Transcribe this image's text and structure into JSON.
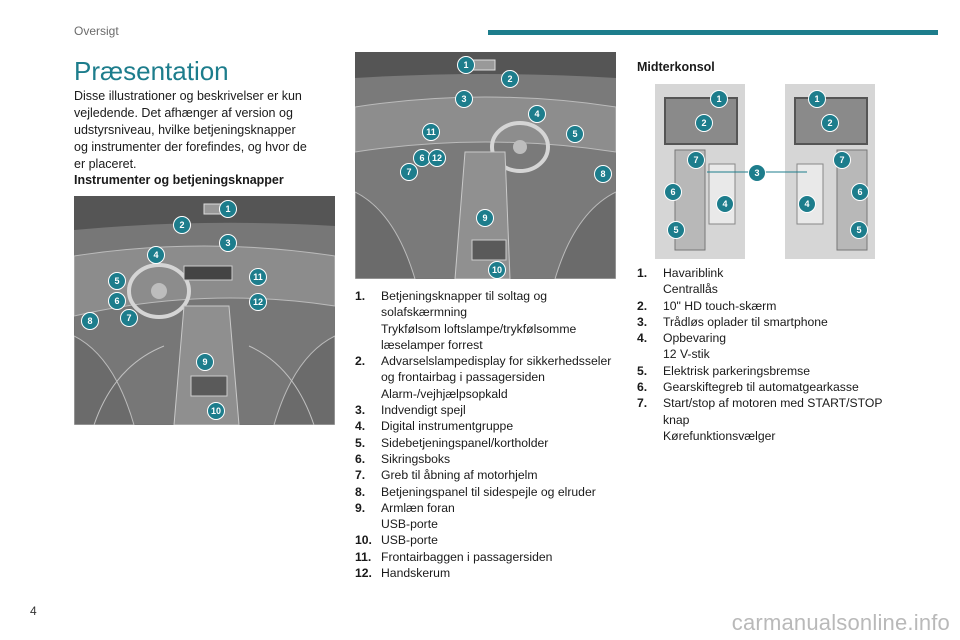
{
  "header": {
    "section": "Oversigt",
    "accent_color": "#1d7d8c"
  },
  "page_number": "4",
  "title": "Præsentation",
  "intro": "Disse illustrationer og beskrivelser er kun vejledende. Det afhænger af version og udstyrsniveau, hvilke betjeningsknapper og instrumenter der forefindes, og hvor de er placeret.",
  "instruments_heading": "Instrumenter og betjeningsknapper",
  "figure1_callouts": [
    "1",
    "2",
    "3",
    "4",
    "5",
    "11",
    "6",
    "12",
    "8",
    "7",
    "9",
    "10"
  ],
  "figure2_callouts": [
    "1",
    "2",
    "3",
    "4",
    "11",
    "5",
    "6",
    "12",
    "7",
    "8",
    "9",
    "10"
  ],
  "instruments_list": [
    {
      "n": "1.",
      "lines": [
        "Betjeningsknapper til soltag og solafskærmning",
        "Trykfølsom loftslampe/trykfølsomme læselamper forrest"
      ]
    },
    {
      "n": "2.",
      "lines": [
        "Advarselslampedisplay for sikkerhedsseler og frontairbag i passagersiden",
        "Alarm-/vejhjælpsopkald"
      ]
    },
    {
      "n": "3.",
      "lines": [
        "Indvendigt spejl"
      ]
    },
    {
      "n": "4.",
      "lines": [
        "Digital instrumentgruppe"
      ]
    },
    {
      "n": "5.",
      "lines": [
        "Sidebetjeningspanel/kortholder"
      ]
    },
    {
      "n": "6.",
      "lines": [
        "Sikringsboks"
      ]
    },
    {
      "n": "7.",
      "lines": [
        "Greb til åbning af motorhjelm"
      ]
    },
    {
      "n": "8.",
      "lines": [
        "Betjeningspanel til sidespejle og elruder"
      ]
    },
    {
      "n": "9.",
      "lines": [
        "Armlæn foran",
        "USB-porte"
      ]
    },
    {
      "n": "10.",
      "lines": [
        "USB-porte"
      ]
    },
    {
      "n": "11.",
      "lines": [
        "Frontairbaggen i passagersiden"
      ]
    },
    {
      "n": "12.",
      "lines": [
        "Handskerum"
      ]
    }
  ],
  "console_heading": "Midterkonsol",
  "console_callouts_left": [
    "1",
    "2",
    "7",
    "6",
    "4",
    "5"
  ],
  "console_callouts_mid": [
    "3"
  ],
  "console_callouts_right": [
    "1",
    "2",
    "7",
    "6",
    "4",
    "5"
  ],
  "console_list": [
    {
      "n": "1.",
      "lines": [
        "Havariblink",
        "Centrallås"
      ]
    },
    {
      "n": "2.",
      "lines": [
        "10\" HD touch-skærm"
      ]
    },
    {
      "n": "3.",
      "lines": [
        "Trådløs oplader til smartphone"
      ]
    },
    {
      "n": "4.",
      "lines": [
        "Opbevaring",
        "12 V-stik"
      ]
    },
    {
      "n": "5.",
      "lines": [
        "Elektrisk parkeringsbremse"
      ]
    },
    {
      "n": "6.",
      "lines": [
        "Gearskiftegreb til automatgearkasse"
      ]
    },
    {
      "n": "7.",
      "lines": [
        "Start/stop af motoren med START/STOP knap",
        "Kørefunktionsvælger"
      ]
    }
  ],
  "footer_watermark": "carmanualsonline.info"
}
